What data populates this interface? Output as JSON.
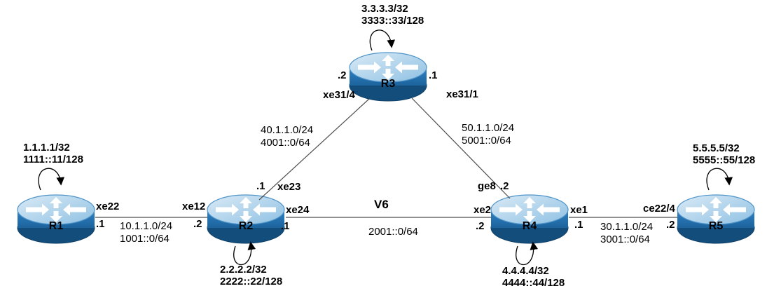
{
  "diagram": {
    "type": "network-topology",
    "background": "#ffffff",
    "wire_color": "#4d4d4d",
    "arrow_color": "#000000",
    "router_body_color": "#2276bb",
    "router_body_dark_color": "#124d7c",
    "router_top_color": "#aed2ec",
    "router_arrow_color": "#ffffff"
  },
  "routers": [
    {
      "name": "R1",
      "loopback_v4": "1.1.1.1/32",
      "loopback_v6": "1111::11/128"
    },
    {
      "name": "R2",
      "loopback_v4": "2.2.2.2/32",
      "loopback_v6": "2222::22/128"
    },
    {
      "name": "R3",
      "loopback_v4": "3.3.3.3/32",
      "loopback_v6": "3333::33/128"
    },
    {
      "name": "R4",
      "loopback_v4": "4.4.4.4/32",
      "loopback_v6": "4444::44/128"
    },
    {
      "name": "R5",
      "loopback_v4": "5.5.5.5/32",
      "loopback_v6": "5555::55/128"
    }
  ],
  "links": [
    {
      "from": "R1",
      "to": "R2",
      "from_if": "xe22",
      "from_addr": ".1",
      "to_if": "xe12",
      "to_addr": ".2",
      "net_v4": "10.1.1.0/24",
      "net_v6": "1001::0/64"
    },
    {
      "from": "R2",
      "to": "R3",
      "from_if": "xe23",
      "from_addr": ".1",
      "to_if": "xe31/4",
      "to_addr": ".2",
      "net_v4": "40.1.1.0/24",
      "net_v6": "4001::0/64"
    },
    {
      "from": "R3",
      "to": "R4",
      "from_if": "xe31/1",
      "from_addr": ".1",
      "to_if": "ge8",
      "to_addr": ".2",
      "net_v4": "50.1.1.0/24",
      "net_v6": "5001::0/64"
    },
    {
      "from": "R2",
      "to": "R4",
      "from_if": "xe24",
      "from_addr": ".1",
      "to_if": "xe2",
      "to_addr": ".2",
      "label": "V6",
      "net_v6": "2001::0/64"
    },
    {
      "from": "R4",
      "to": "R5",
      "from_if": "xe1",
      "from_addr": ".1",
      "to_if": "ce22/4",
      "to_addr": ".2",
      "net_v4": "30.1.1.0/24",
      "net_v6": "3001::0/64"
    }
  ]
}
